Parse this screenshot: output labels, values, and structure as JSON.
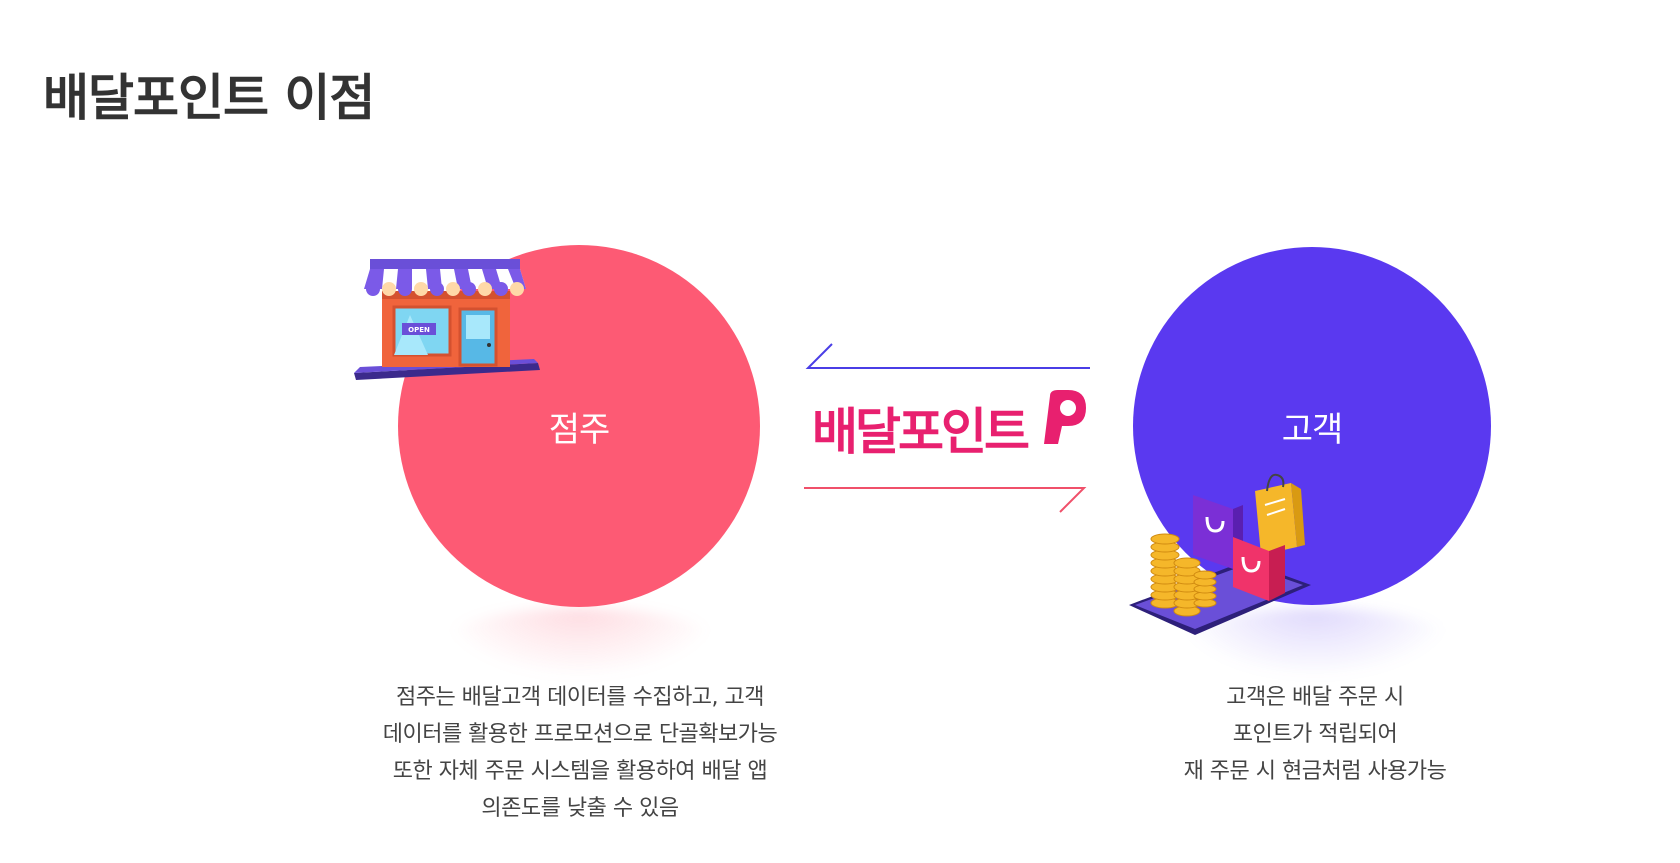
{
  "page": {
    "title": "배달포인트 이점"
  },
  "owner": {
    "label": "점주",
    "color": "#fd5a74",
    "icon": "storefront-icon",
    "sign_text": "OPEN",
    "description": [
      "점주는 배달고객 데이터를 수집하고, 고객",
      "데이터를 활용한 프로모션으로 단골확보가능",
      "또한 자체 주문 시스템을 활용하여 배달 앱",
      "의존도를 낮출 수 있음"
    ]
  },
  "customer": {
    "label": "고객",
    "color": "#5a39f0",
    "icon": "shopping-bags-coins-icon",
    "description": [
      "고객은 배달 주문 시",
      "포인트가 적립되어",
      "재 주문 시 현금처럼 사용가능"
    ]
  },
  "brand": {
    "logo_text": "배달포인트",
    "logo_mark_icon": "brand-p-mark-icon",
    "color": "#e8206f",
    "top_arrow_color": "#4a3ee6",
    "bottom_arrow_color": "#f0506a"
  }
}
